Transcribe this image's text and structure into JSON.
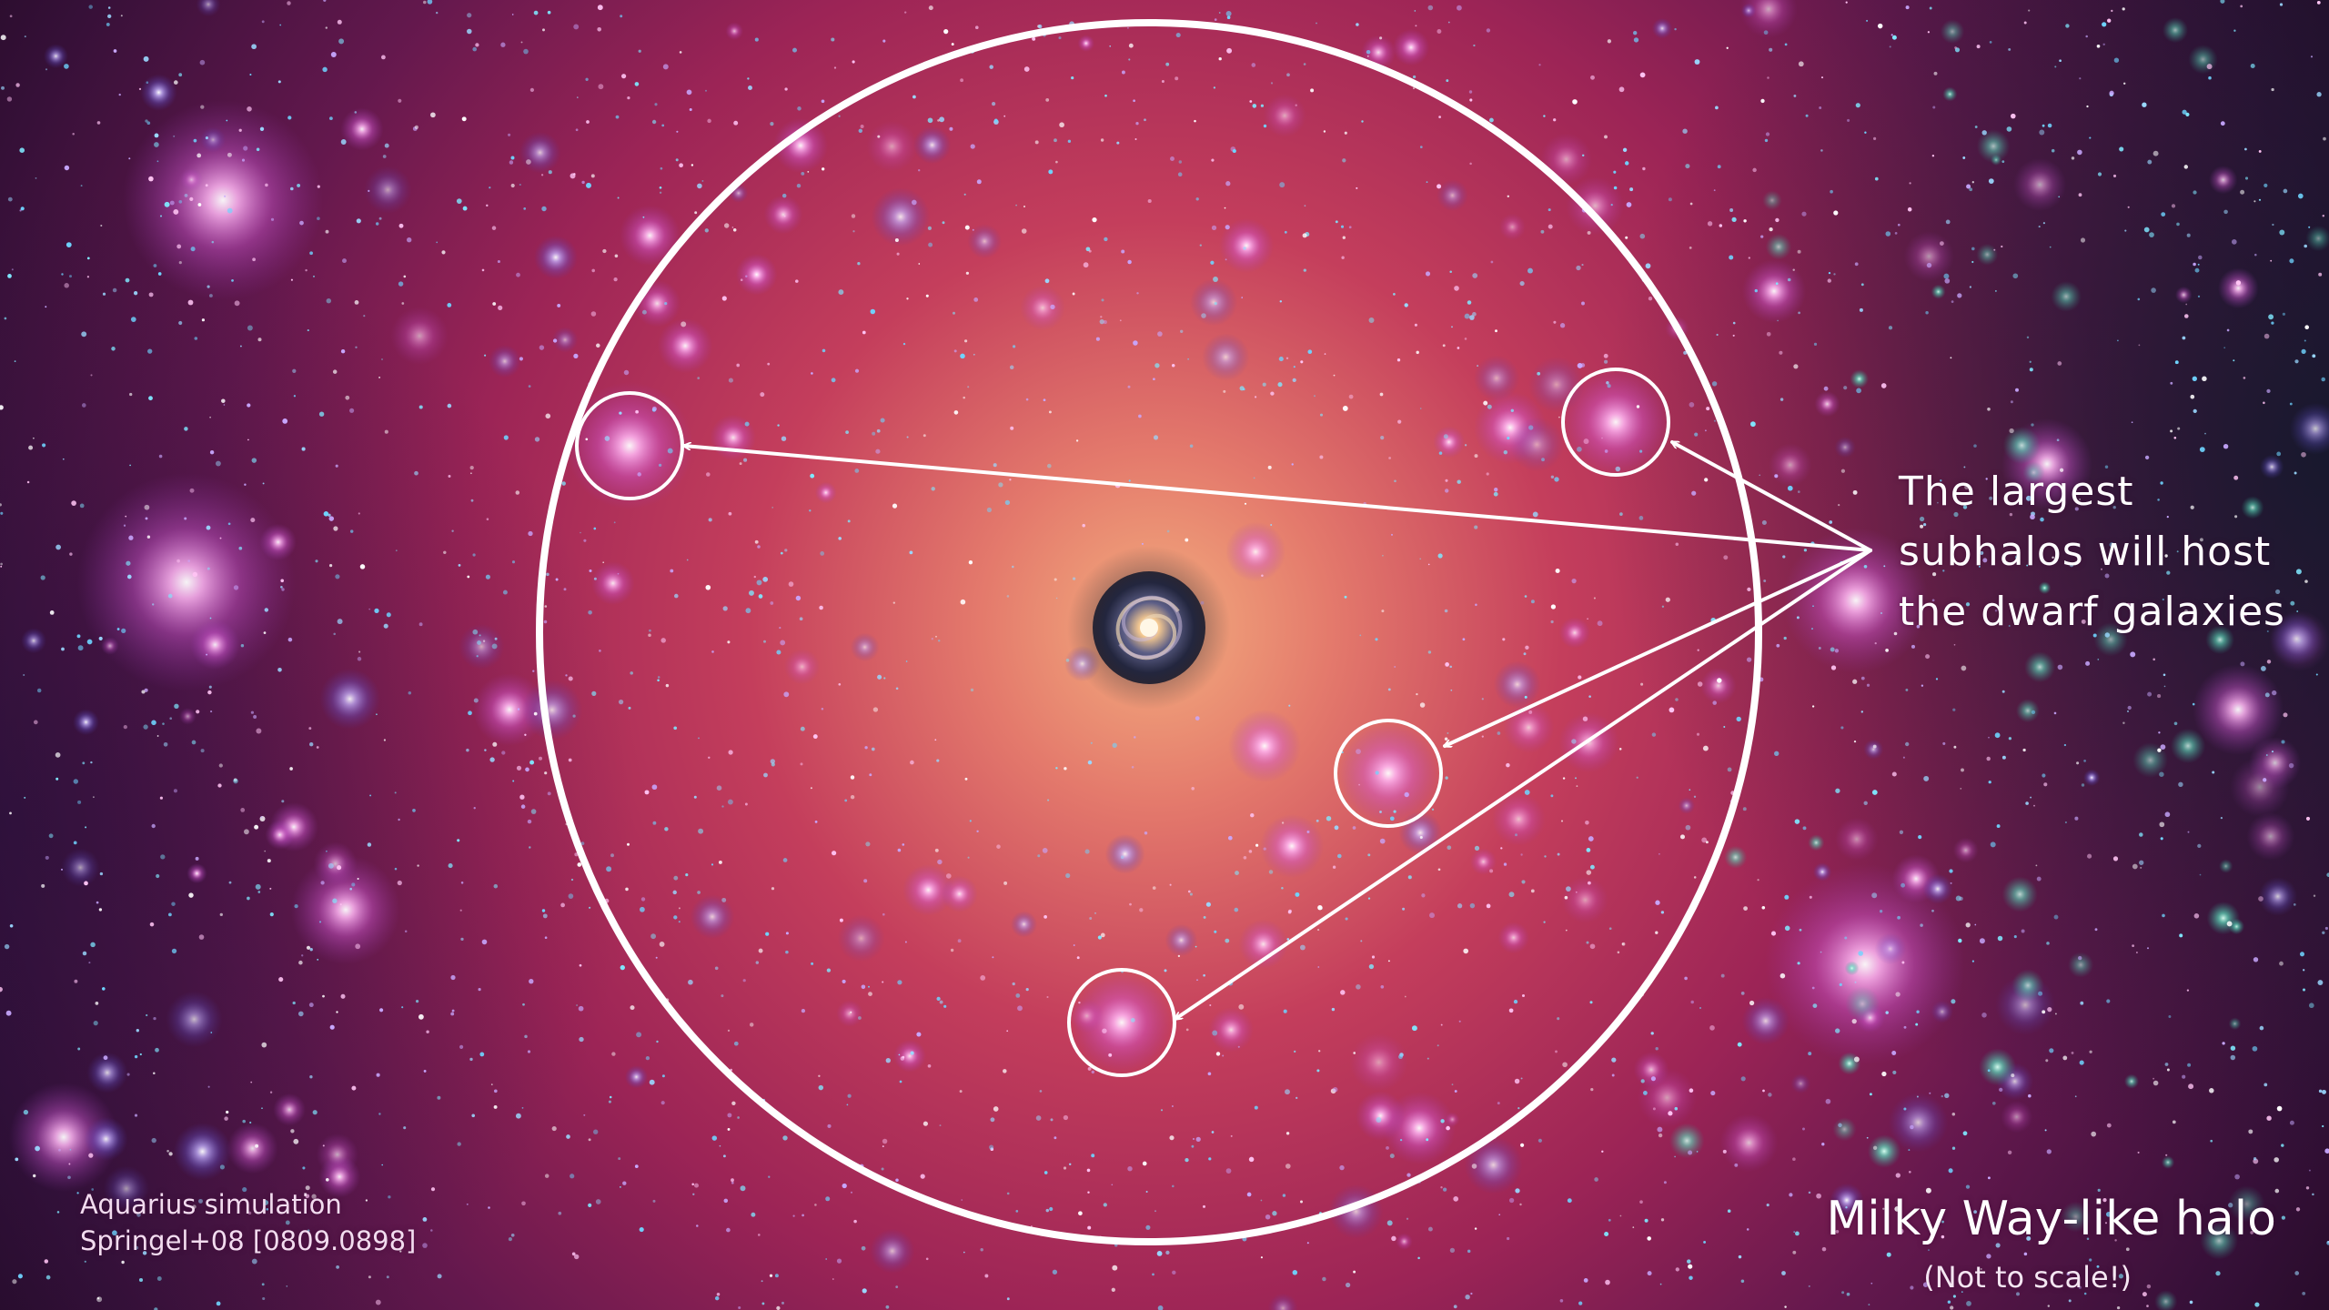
{
  "callout": {
    "lines": [
      "The largest",
      "subhalos will host",
      "the dwarf galaxies"
    ]
  },
  "credit": {
    "line1": "Aquarius simulation",
    "line2": "Springel+08 [0809.0898]"
  },
  "halo": {
    "title": "Milky Way-like halo",
    "note": "(Not to scale!)"
  },
  "colors": {
    "background_outer": "#2a0a2a",
    "background_mid": "#b4324f",
    "halo_core": "#f0a878",
    "subhalo_glow": "#ff9ff0",
    "star_particles": "#66e0ff",
    "annotation": "#ffffff"
  },
  "icons": {
    "center": "milky-way-spiral-galaxy-icon"
  }
}
